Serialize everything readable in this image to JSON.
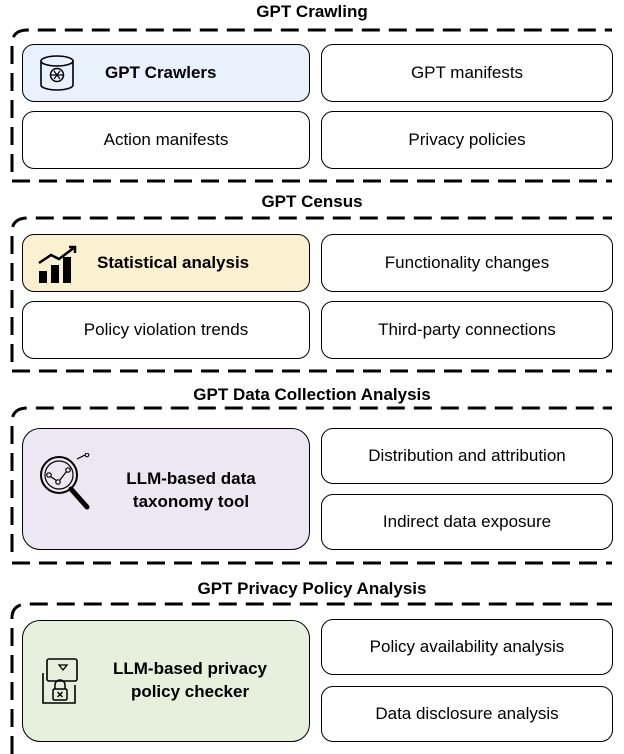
{
  "sections": [
    {
      "title": "GPT Crawling",
      "tools": {
        "label": "GPT Crawlers",
        "icon": "database-openai-icon",
        "color": "#e8f1fc"
      },
      "items": [
        "GPT manifests",
        "Action manifests",
        "Privacy policies"
      ]
    },
    {
      "title": "GPT Census",
      "tools": {
        "label": "Statistical analysis",
        "icon": "bar-chart-trend-icon",
        "color": "#fbf0cf"
      },
      "items": [
        "Functionality changes",
        "Policy violation trends",
        "Third-party connections"
      ]
    },
    {
      "title": "GPT Data Collection Analysis",
      "tools": {
        "label_line1": "LLM-based data",
        "label_line2": "taxonomy tool",
        "icon": "magnifier-network-icon",
        "color": "#ece7f3"
      },
      "items": [
        "Distribution and attribution",
        "Indirect data exposure"
      ]
    },
    {
      "title": "GPT Privacy Policy Analysis",
      "tools": {
        "label_line1": "LLM-based privacy",
        "label_line2": "policy checker",
        "icon": "document-lock-icon",
        "color": "#e6f0dc"
      },
      "items": [
        "Policy availability analysis",
        "Data disclosure analysis"
      ]
    }
  ]
}
